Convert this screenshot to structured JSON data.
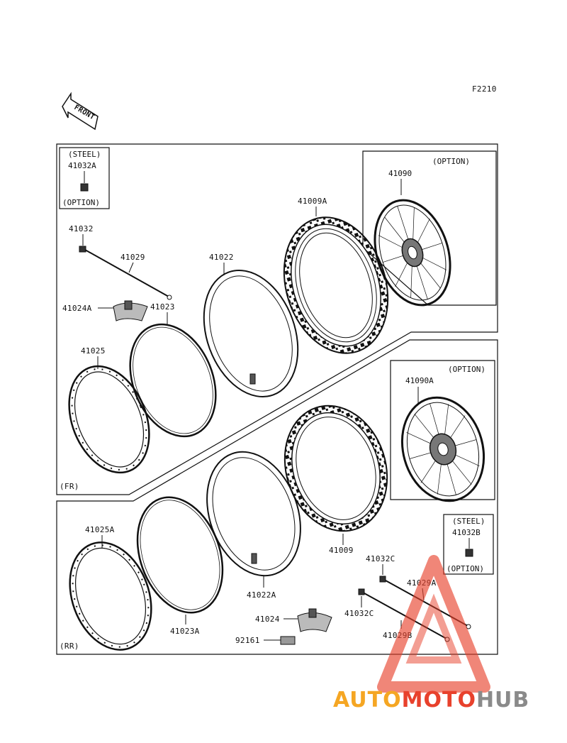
{
  "figure_code": "F2210",
  "front_arrow_label": "FRONT",
  "sections": {
    "front": "(FR)",
    "rear": "(RR)"
  },
  "option_boxes": {
    "steel_front": {
      "top": "(STEEL)",
      "part": "41032A",
      "bottom": "(OPTION)"
    },
    "wheel_front": {
      "top": "(OPTION)",
      "part": "41090"
    },
    "wheel_rear": {
      "top": "(OPTION)",
      "part": "41090A"
    },
    "steel_rear": {
      "top": "(STEEL)",
      "part": "41032B",
      "bottom": "(OPTION)"
    }
  },
  "parts": {
    "p41032": "41032",
    "p41029": "41029",
    "p41022": "41022",
    "p41009A": "41009A",
    "p41024A": "41024A",
    "p41023": "41023",
    "p41025": "41025",
    "p41025A": "41025A",
    "p41023A": "41023A",
    "p41022A": "41022A",
    "p41009": "41009",
    "p41024": "41024",
    "p92161": "92161",
    "p41032C_top": "41032C",
    "p41029A": "41029A",
    "p41032C_bottom": "41032C",
    "p41029B": "41029B"
  },
  "watermark": {
    "part1": "AUTO",
    "part2": "MOTO",
    "part3": "HUB"
  },
  "colors": {
    "line": "#1a1a1a",
    "watermark_orange": "#f5a623",
    "watermark_red": "#e8412c",
    "watermark_gray": "#8a8a8a"
  }
}
